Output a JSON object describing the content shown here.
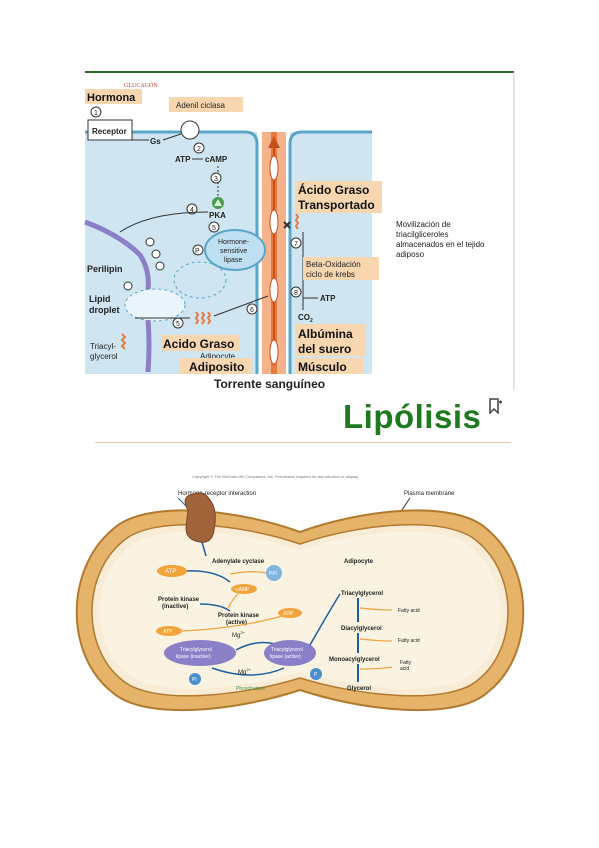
{
  "top_diagram": {
    "glucagon": "GLUCAGÓN",
    "hormona": "Hormona",
    "adenil_ciclasa": "Adenil ciclasa",
    "receptor": "Receptor",
    "gs": "Gs",
    "atp": "ATP",
    "camp": "cAMP",
    "pka": "PKA",
    "hormone_sensitive_lipase": [
      "Hormone-",
      "sensitive",
      "lipase"
    ],
    "perilipin": "Perilipin",
    "p": "P",
    "lipid_droplet": [
      "Lipid",
      "droplet"
    ],
    "triacylglycerol": [
      "Triacyl-",
      "glycerol"
    ],
    "acido_graso": "Acido Graso",
    "adipocyte": "Adipocyte",
    "adiposito": "Adiposito",
    "acido_graso_transportado": [
      "Ácido Graso",
      "Transportado"
    ],
    "beta_oxidacion": [
      "Beta-Oxidación",
      "ciclo de krebs"
    ],
    "atp_right": "ATP",
    "co2": "CO",
    "albumina": [
      "Albúmina",
      "del suero"
    ],
    "musculo": "Músculo",
    "torrente": "Torrente sanguíneo",
    "movilizacion": [
      "Movilización de",
      "triacilgliceroles",
      "almacenados en el tejido",
      "adiposo"
    ],
    "steps": [
      "1",
      "2",
      "3",
      "4",
      "5",
      "6",
      "7",
      "8"
    ]
  },
  "title": "Lipólisis",
  "bottom_diagram": {
    "copyright": "Copyright © The McGraw-Hill Companies, Inc. Permission required for reproduction or display.",
    "hormone_receptor": "Hormone-receptor interaction",
    "plasma_membrane": "Plasma  membrane",
    "adenylate_cyclase": "Adenylate cyclase",
    "adipocyte": "Adipocyte",
    "atp": "ATP",
    "camp": "cAMP",
    "ppi": "PPi",
    "pk_inactive": [
      "Protein kinase",
      "(inactive)"
    ],
    "pk_active": [
      "Protein kinase",
      "(active)"
    ],
    "adp": "ADP",
    "atp2": "ATP",
    "mg": "Mg",
    "tg_lipase_inactive": [
      "Triacylglycerol",
      "lipase (inactive)"
    ],
    "tg_lipase_active": [
      "Triacylglycerol",
      "lipase (active)"
    ],
    "mg2": "Mg",
    "phosphatase": "Phosphatase",
    "pi": "Pi",
    "p": "P",
    "triacylglycerol": "Triacylglycerol",
    "fatty_acid_1": "Fatty acid",
    "diacylglycerol": "Diacylglycerol",
    "fatty_acid_2": "Fatty acid",
    "monoacylglycerol": "Monoacylglycerol",
    "fatty_acid_3": [
      "Fatty",
      "acid"
    ],
    "glycerol": "Glycerol"
  },
  "colors": {
    "green_title": "#1f7a1f",
    "cell_blue": "#cfe6f2",
    "label_box": "#f7d6b0",
    "orange": "#f2a33a",
    "purple": "#8b7fc8"
  }
}
